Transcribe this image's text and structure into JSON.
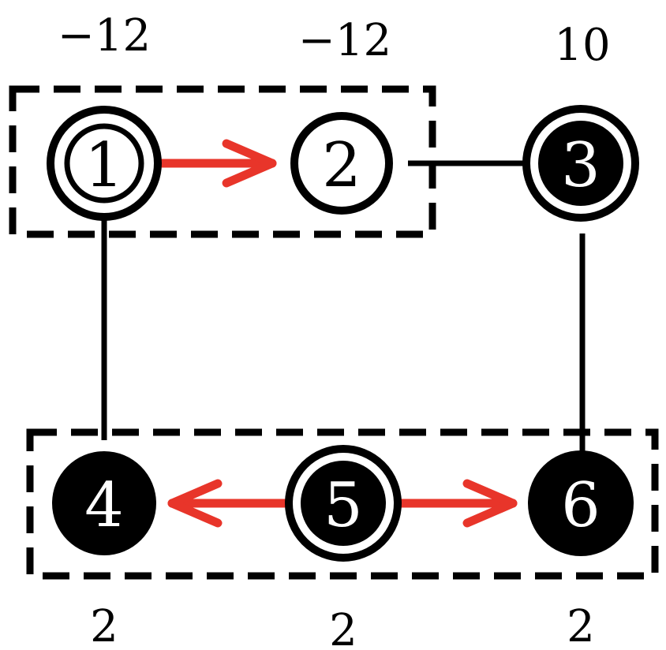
{
  "top_weights": [
    "−12",
    "−12",
    "10"
  ],
  "bottom_weights": [
    "2",
    "2",
    "2"
  ],
  "nodes": [
    {
      "label": "1",
      "style": "double-ring"
    },
    {
      "label": "2",
      "style": "ring"
    },
    {
      "label": "3",
      "style": "filled-ring"
    },
    {
      "label": "4",
      "style": "filled"
    },
    {
      "label": "5",
      "style": "filled-ring"
    },
    {
      "label": "6",
      "style": "filled"
    }
  ],
  "edges": [
    {
      "from": "1",
      "to": "2",
      "type": "arrow",
      "color": "#e8352a"
    },
    {
      "from": "2",
      "to": "3",
      "type": "line",
      "color": "#000000"
    },
    {
      "from": "1",
      "to": "4",
      "type": "line",
      "color": "#000000"
    },
    {
      "from": "3",
      "to": "6",
      "type": "line",
      "color": "#000000"
    },
    {
      "from": "5",
      "to": "4",
      "type": "arrow",
      "color": "#e8352a"
    },
    {
      "from": "5",
      "to": "6",
      "type": "arrow",
      "color": "#e8352a"
    }
  ],
  "groups": [
    {
      "members": [
        "1",
        "2"
      ],
      "style": "dashed-box"
    },
    {
      "members": [
        "4",
        "5",
        "6"
      ],
      "style": "dashed-box"
    }
  ],
  "colors": {
    "arrow": "#e8352a",
    "line": "#000000",
    "background": "#ffffff"
  }
}
